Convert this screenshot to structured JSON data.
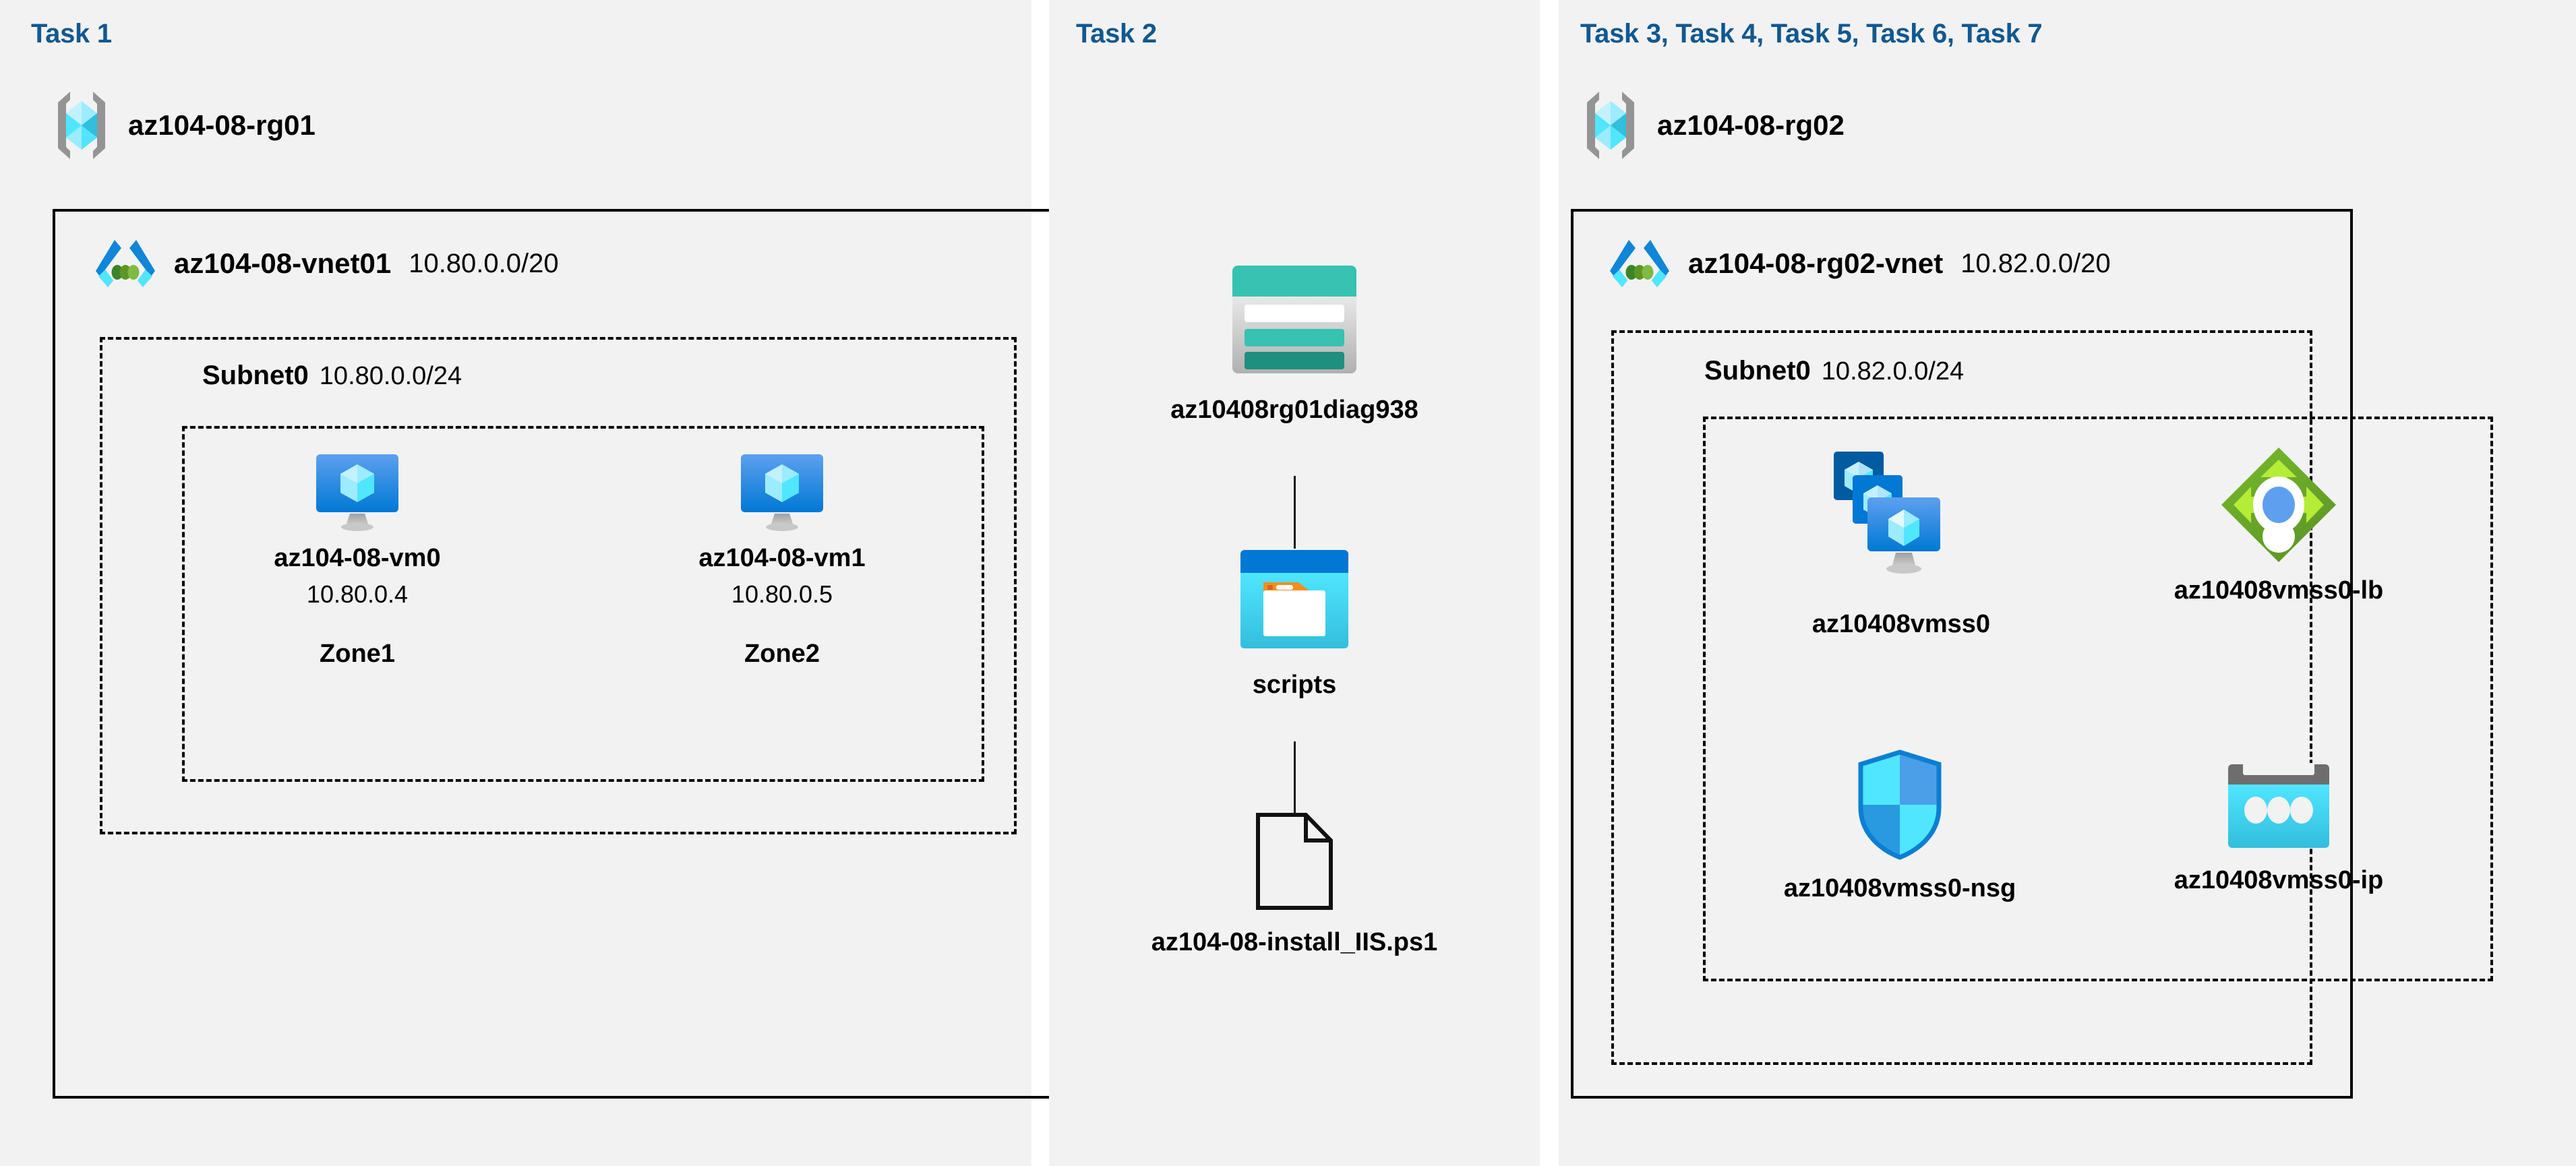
{
  "diagram": {
    "title_color": "#12588f",
    "panel_bg": "#f2f2f2",
    "border_color": "#000000"
  },
  "panels": [
    {
      "id": "task1",
      "task_label": "Task 1"
    },
    {
      "id": "task2",
      "task_label": "Task 2"
    },
    {
      "id": "task3",
      "task_label": "Task 3, Task 4, Task 5, Task 6, Task 7"
    }
  ],
  "task1": {
    "task_label": "Task 1",
    "resource_group": {
      "name": "az104-08-rg01",
      "icon": "resource-group-icon"
    },
    "vnet": {
      "name": "az104-08-vnet01",
      "cidr": "10.80.0.0/20",
      "icon": "virtual-network-icon"
    },
    "subnet": {
      "name": "Subnet0",
      "cidr": "10.80.0.0/24"
    },
    "vms": [
      {
        "name": "az104-08-vm0",
        "ip": "10.80.0.4",
        "zone": "Zone1",
        "icon": "virtual-machine-icon"
      },
      {
        "name": "az104-08-vm1",
        "ip": "10.80.0.5",
        "zone": "Zone2",
        "icon": "virtual-machine-icon"
      }
    ]
  },
  "task2": {
    "task_label": "Task 2",
    "nodes": [
      {
        "name": "az10408rg01diag938",
        "icon": "storage-account-icon"
      },
      {
        "name": "scripts",
        "icon": "blob-container-icon"
      },
      {
        "name": "az104-08-install_IIS.ps1",
        "icon": "file-icon"
      }
    ]
  },
  "task3": {
    "task_label": "Task 3, Task 4, Task 5, Task 6, Task 7",
    "resource_group": {
      "name": "az104-08-rg02",
      "icon": "resource-group-icon"
    },
    "vnet": {
      "name": "az104-08-rg02-vnet",
      "cidr": "10.82.0.0/20",
      "icon": "virtual-network-icon"
    },
    "subnet": {
      "name": "Subnet0",
      "cidr": "10.82.0.0/24"
    },
    "resources": [
      {
        "name": "az10408vmss0",
        "icon": "vm-scale-set-icon"
      },
      {
        "name": "az10408vmss0-lb",
        "icon": "load-balancer-icon"
      },
      {
        "name": "az10408vmss0-nsg",
        "icon": "network-security-group-icon"
      },
      {
        "name": "az10408vmss0-ip",
        "icon": "public-ip-address-icon"
      }
    ]
  },
  "colors": {
    "task_title": "#12588f",
    "azure_blue": "#0078d4",
    "cyan": "#32bedd",
    "light_cyan": "#9cebff",
    "teal": "#37c2b1",
    "dark_teal": "#1e8f80",
    "green": "#5e9624",
    "light_green": "#b4ec36",
    "gray": "#949494",
    "orange": "#f78d1e"
  }
}
